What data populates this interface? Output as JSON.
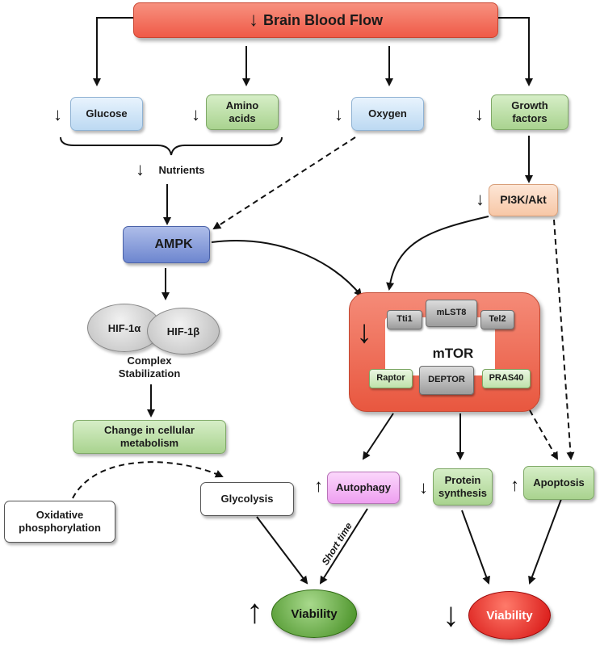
{
  "title": {
    "text": "Brain Blood Flow",
    "indicator": "↓"
  },
  "nodes": {
    "glucose": {
      "label": "Glucose",
      "indicator": "↓"
    },
    "amino": {
      "label_line1": "Amino",
      "label_line2": "acids",
      "indicator": "↓"
    },
    "oxygen": {
      "label": "Oxygen",
      "indicator": "↓"
    },
    "growth": {
      "label_line1": "Growth",
      "label_line2": "factors",
      "indicator": "↓"
    },
    "nutrients": {
      "label": "Nutrients",
      "indicator": "↓"
    },
    "ampk": {
      "label": "AMPK",
      "indicator": "↑"
    },
    "pi3k": {
      "label": "PI3K/Akt",
      "indicator": "↓"
    },
    "hif1a": {
      "label": "HIF-1α"
    },
    "hif1b": {
      "label": "HIF-1β"
    },
    "complex": {
      "label_line1": "Complex",
      "label_line2": "Stabilization"
    },
    "metabolism": {
      "label_line1": "Change in cellular",
      "label_line2": "metabolism"
    },
    "oxphos": {
      "label_line1": "Oxidative",
      "label_line2": "phosphorylation"
    },
    "glycolysis": {
      "label": "Glycolysis"
    },
    "autophagy": {
      "label": "Autophagy",
      "indicator": "↑"
    },
    "protein": {
      "label_line1": "Protein",
      "label_line2": "synthesis",
      "indicator": "↓"
    },
    "apoptosis": {
      "label": "Apoptosis",
      "indicator": "↑"
    },
    "short_time": {
      "label": "Short time"
    },
    "viability_up": {
      "label": "Viability",
      "indicator": "↑"
    },
    "viability_down": {
      "label": "Viability",
      "indicator": "↓"
    }
  },
  "mtor": {
    "label": "mTOR",
    "indicator": "↓",
    "components": {
      "tti1": "Tti1",
      "mlst8": "mLST8",
      "tel2": "Tel2",
      "raptor": "Raptor",
      "deptor": "DEPTOR",
      "pras40": "PRAS40"
    }
  },
  "colors": {
    "title_fill": "#f26b5b",
    "mtor_fill": "#ee6a55",
    "viability_up_fill": "#5aa02c",
    "viability_down_fill": "#e11a1a",
    "ampk_fill": "#7b93d6"
  }
}
